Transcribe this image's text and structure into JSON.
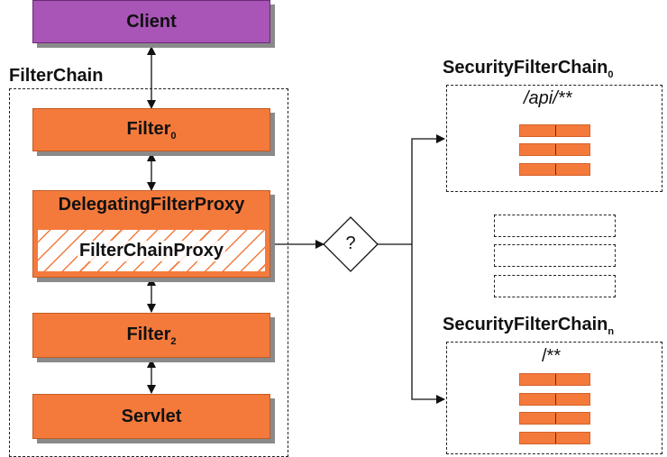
{
  "client": {
    "label": "Client"
  },
  "filterchain": {
    "title": "FilterChain",
    "filter0": {
      "name": "Filter",
      "sub": "0"
    },
    "delegating": "DelegatingFilterProxy",
    "proxy": "FilterChainProxy",
    "filter2": {
      "name": "Filter",
      "sub": "2"
    },
    "servlet": "Servlet"
  },
  "decision": "?",
  "chain0": {
    "title": "SecurityFilterChain",
    "sub": "0",
    "pattern": "/api/**"
  },
  "chainN": {
    "title": "SecurityFilterChain",
    "sub": "n",
    "pattern": "/**"
  },
  "colors": {
    "filter": "#f47a3c",
    "client": "#a855b7"
  }
}
